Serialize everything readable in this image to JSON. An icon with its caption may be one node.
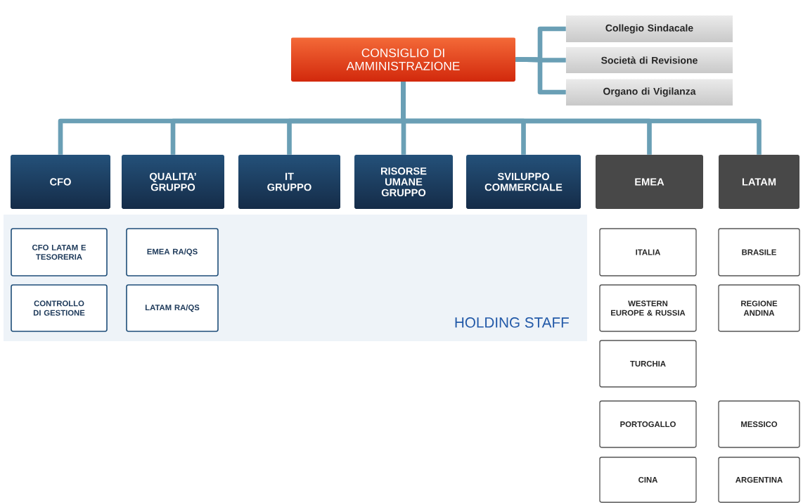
{
  "diagram": {
    "nodes": [
      {
        "text": [
          "CONSIGLIO DI AMMINISTRAZIONE"
        ]
      },
      {
        "text": [
          "Collegio Sindacale"
        ]
      },
      {
        "text": [
          "Società di Revisione"
        ]
      },
      {
        "text": [
          "Organo di Vigilanza"
        ]
      },
      {
        "text": [
          "CFO"
        ]
      },
      {
        "text": [
          "QUALITA’ GRUPPO"
        ]
      },
      {
        "text": [
          "IT GRUPPO"
        ]
      },
      {
        "text": [
          "RISORSE UMANE GRUPPO"
        ]
      },
      {
        "text": [
          "SVILUPPO COMMERCIALE"
        ]
      },
      {
        "text": [
          "EMEA"
        ]
      },
      {
        "text": [
          "LATAM"
        ]
      },
      {
        "text": [
          "HOLDING STAFF"
        ]
      },
      {
        "text": [
          "CFO LATAM E TESORERIA"
        ],
        "in": 11
      },
      {
        "text": [
          "CONTROLLO DI GESTIONE"
        ],
        "in": 11
      },
      {
        "text": [
          "EMEA RA/QS"
        ],
        "in": 11
      },
      {
        "text": [
          "LATAM RA/QS"
        ],
        "in": 11
      },
      {
        "text": [
          "ITALIA"
        ]
      },
      {
        "text": [
          "WESTERN EUROPE & RUSSIA"
        ]
      },
      {
        "text": [
          "TURCHIA"
        ]
      },
      {
        "text": [
          "PORTOGALLO"
        ]
      },
      {
        "text": [
          "CINA"
        ]
      },
      {
        "text": [
          "BRASILE"
        ]
      },
      {
        "text": [
          "REGIONE ANDINA"
        ]
      },
      {
        "text": [
          "MESSICO"
        ]
      },
      {
        "text": [
          "ARGENTINA"
        ]
      }
    ],
    "edges": [
      {
        "from": 0,
        "to": 1,
        "arrow": "none"
      },
      {
        "from": 0,
        "to": 2,
        "arrow": "none"
      },
      {
        "from": 0,
        "to": 3,
        "arrow": "none"
      },
      {
        "from": 0,
        "to": 4,
        "arrow": "none"
      },
      {
        "from": 0,
        "to": 5,
        "arrow": "none"
      },
      {
        "from": 0,
        "to": 6,
        "arrow": "none"
      },
      {
        "from": 0,
        "to": 7,
        "arrow": "none"
      },
      {
        "from": 0,
        "to": 8,
        "arrow": "none"
      },
      {
        "from": 0,
        "to": 9,
        "arrow": "none"
      },
      {
        "from": 0,
        "to": 10,
        "arrow": "none"
      }
    ]
  }
}
